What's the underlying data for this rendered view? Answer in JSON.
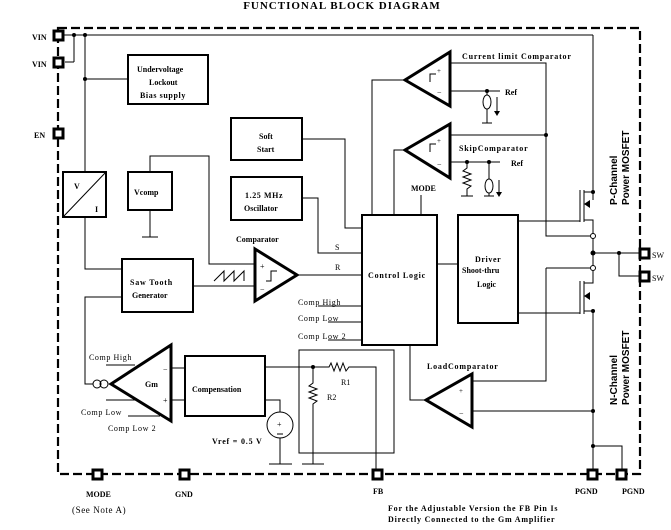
{
  "title": "FUNCTIONAL BLOCK DIAGRAM",
  "pins": {
    "vin1": "VIN",
    "vin2": "VIN",
    "en": "EN",
    "sw1": "SW",
    "sw2": "SW",
    "mode": "MODE",
    "mode_note": "(See Note A)",
    "gnd": "GND",
    "fb": "FB",
    "pgnd1": "PGND",
    "pgnd2": "PGND"
  },
  "blocks": {
    "uvlo": [
      "Undervoltage",
      "Lockout",
      "Bias supply"
    ],
    "soft_start": [
      "Soft",
      "Start"
    ],
    "oscillator": [
      "1.25 MHz",
      "Oscillator"
    ],
    "vi": {
      "v": "V",
      "i": "I"
    },
    "vcomp": "Vcomp",
    "sawtooth": [
      "Saw Tooth",
      "Generator"
    ],
    "control_logic": "Control Logic",
    "driver": [
      "Driver",
      "Shoot-thru",
      "Logic"
    ],
    "compensation": "Compensation"
  },
  "amplifiers": {
    "current_limit": "Current limit Comparator",
    "skip": "SkipComparator",
    "comparator": "Comparator",
    "load": "LoadComparator",
    "gm": "Gm"
  },
  "signals": {
    "mode": "MODE",
    "s": "S",
    "r": "R",
    "comp_high": "Comp High",
    "comp_low": "Comp Low",
    "comp_low2": "Comp Low 2",
    "ref1": "Ref",
    "ref2": "Ref",
    "r1": "R1",
    "r2": "R2",
    "vref": "Vref = 0.5 V",
    "plus": "+",
    "minus": "−"
  },
  "mosfets": {
    "p_channel": [
      "P-Channel",
      "Power MOSFET"
    ],
    "n_channel": [
      "N-Channel",
      "Power MOSFET"
    ]
  },
  "footnote": [
    "For the Adjustable Version the FB Pin Is",
    "Directly Connected to the Gm Amplifier"
  ]
}
